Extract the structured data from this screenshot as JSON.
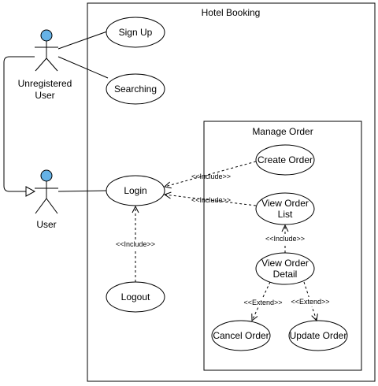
{
  "system": {
    "title": "Hotel Booking"
  },
  "package": {
    "title": "Manage Order"
  },
  "actors": {
    "unregistered": {
      "label_line1": "Unregistered",
      "label_line2": "User"
    },
    "user": {
      "label": "User"
    }
  },
  "use_cases": {
    "sign_up": "Sign Up",
    "searching": "Searching",
    "login": "Login",
    "logout": "Logout",
    "create_order": "Create Order",
    "view_order_list_line1": "View Order",
    "view_order_list_line2": "List",
    "view_order_detail_line1": "View Order",
    "view_order_detail_line2": "Detail",
    "cancel_order": "Cancel Order",
    "update_order": "Update Order"
  },
  "relations": {
    "include_label": "<<Include>>",
    "extend_label": "<<Extend>>"
  },
  "colors": {
    "actor_head": "#66b2e6",
    "stroke": "#000000",
    "background": "#ffffff"
  }
}
